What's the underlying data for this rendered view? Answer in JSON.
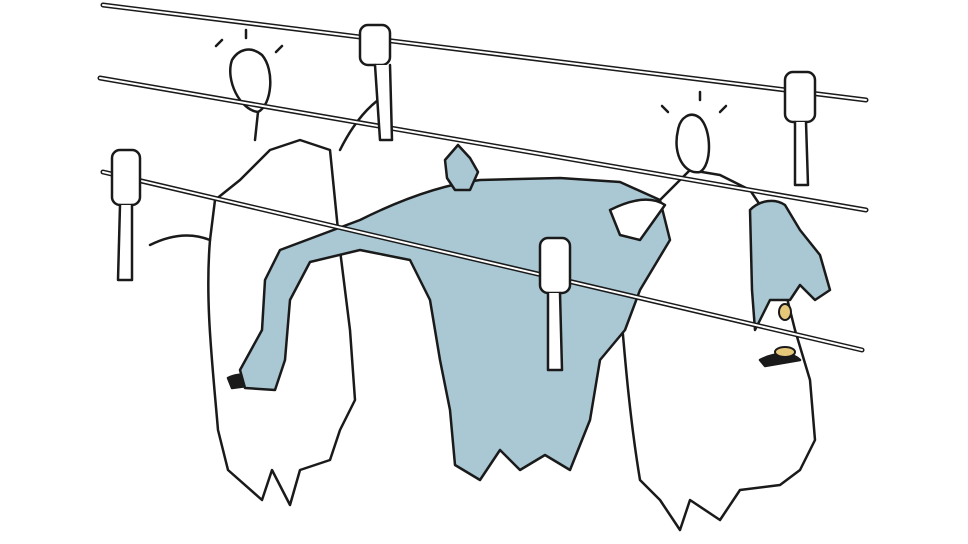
{
  "illustration": {
    "colors": {
      "background": "#ffffff",
      "ink": "#1a1a1a",
      "figure_fill_blue": "#a9c8d3",
      "figure_fill_white": "#ffffff",
      "coin": "#e6c87a"
    },
    "figures": [
      "left-white-figure",
      "center-blue-figure",
      "right-white-figure"
    ],
    "wires": 3,
    "insulators": 4
  }
}
